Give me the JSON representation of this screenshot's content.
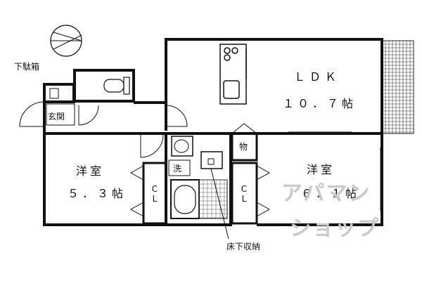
{
  "rooms": {
    "ldk": {
      "name": "ＬＤＫ",
      "size": "１０．７帖"
    },
    "western_left": {
      "name": "洋室",
      "size": "５．３帖"
    },
    "western_right": {
      "name": "洋室",
      "size": "６．１帖"
    }
  },
  "labels": {
    "shoe_box": "下駄箱",
    "entrance": "玄関",
    "storage": "物",
    "washer": "洗",
    "closet_left": [
      "C",
      "L"
    ],
    "closet_right": [
      "C",
      "L"
    ],
    "underfloor_storage": "床下収納"
  },
  "watermark": [
    "アパマン",
    "ショップ"
  ],
  "icons": [
    "compass-icon"
  ],
  "colors": {
    "line": "#111111",
    "watermark": "#c9c9c9",
    "background": "#ffffff"
  }
}
